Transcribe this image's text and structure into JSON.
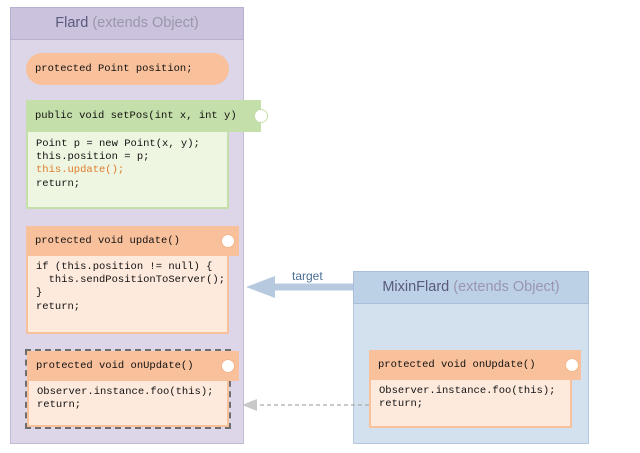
{
  "flard": {
    "title": "Flard",
    "extends": "(extends Object)",
    "field": "protected Point position;",
    "set_pos": {
      "signature": "public void setPos(int x, int y)",
      "lines": [
        "Point p = new Point(x, y);",
        "this.position = p;",
        "this.update();",
        "return;"
      ]
    },
    "update": {
      "signature": "protected void update()",
      "lines": [
        "if (this.position != null) {",
        "  this.sendPositionToServer();",
        "}",
        "return;"
      ]
    },
    "on_update": {
      "signature": "protected void onUpdate()",
      "lines": [
        "Observer.instance.foo(this);",
        "return;"
      ]
    }
  },
  "mixin": {
    "title": "MixinFlard",
    "extends": "(extends Object)",
    "on_update": {
      "signature": "protected void onUpdate()",
      "lines": [
        "Observer.instance.foo(this);",
        "return;"
      ]
    }
  },
  "arrow": {
    "label": "target"
  },
  "colors": {
    "flard_bg": "#dcd6e8",
    "mixin_bg": "#d3e0ee",
    "field": "#f9c09c",
    "public_method": "#c5dfaa",
    "call_highlight": "#e07b2b",
    "target_arrow": "#b7c9df"
  }
}
